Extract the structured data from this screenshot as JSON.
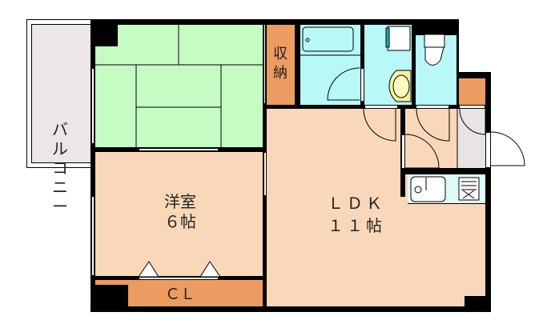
{
  "floorplan": {
    "colors": {
      "tatami": "#c4fcc4",
      "flooring": "#f8d8b8",
      "storage": "#ec9c60",
      "wet_area": "#b8f8f8",
      "balcony": "#ece6e6",
      "entrance": "#e8e4e4",
      "wall": "#000000"
    },
    "rooms": {
      "balcony": {
        "label": "バ\nル\nコ\nニ\nー"
      },
      "washitsu": {
        "label": ""
      },
      "storage": {
        "label": "収\n納"
      },
      "bath": {
        "label": ""
      },
      "washroom": {
        "label": ""
      },
      "toilet": {
        "label": ""
      },
      "western_room": {
        "label": "洋室\n６帖"
      },
      "closet": {
        "label": "ＣＬ"
      },
      "ldk": {
        "label": "ＬＤＫ\n１１帖"
      },
      "entrance": {
        "label": ""
      },
      "shoe_storage": {
        "label": ""
      }
    }
  }
}
